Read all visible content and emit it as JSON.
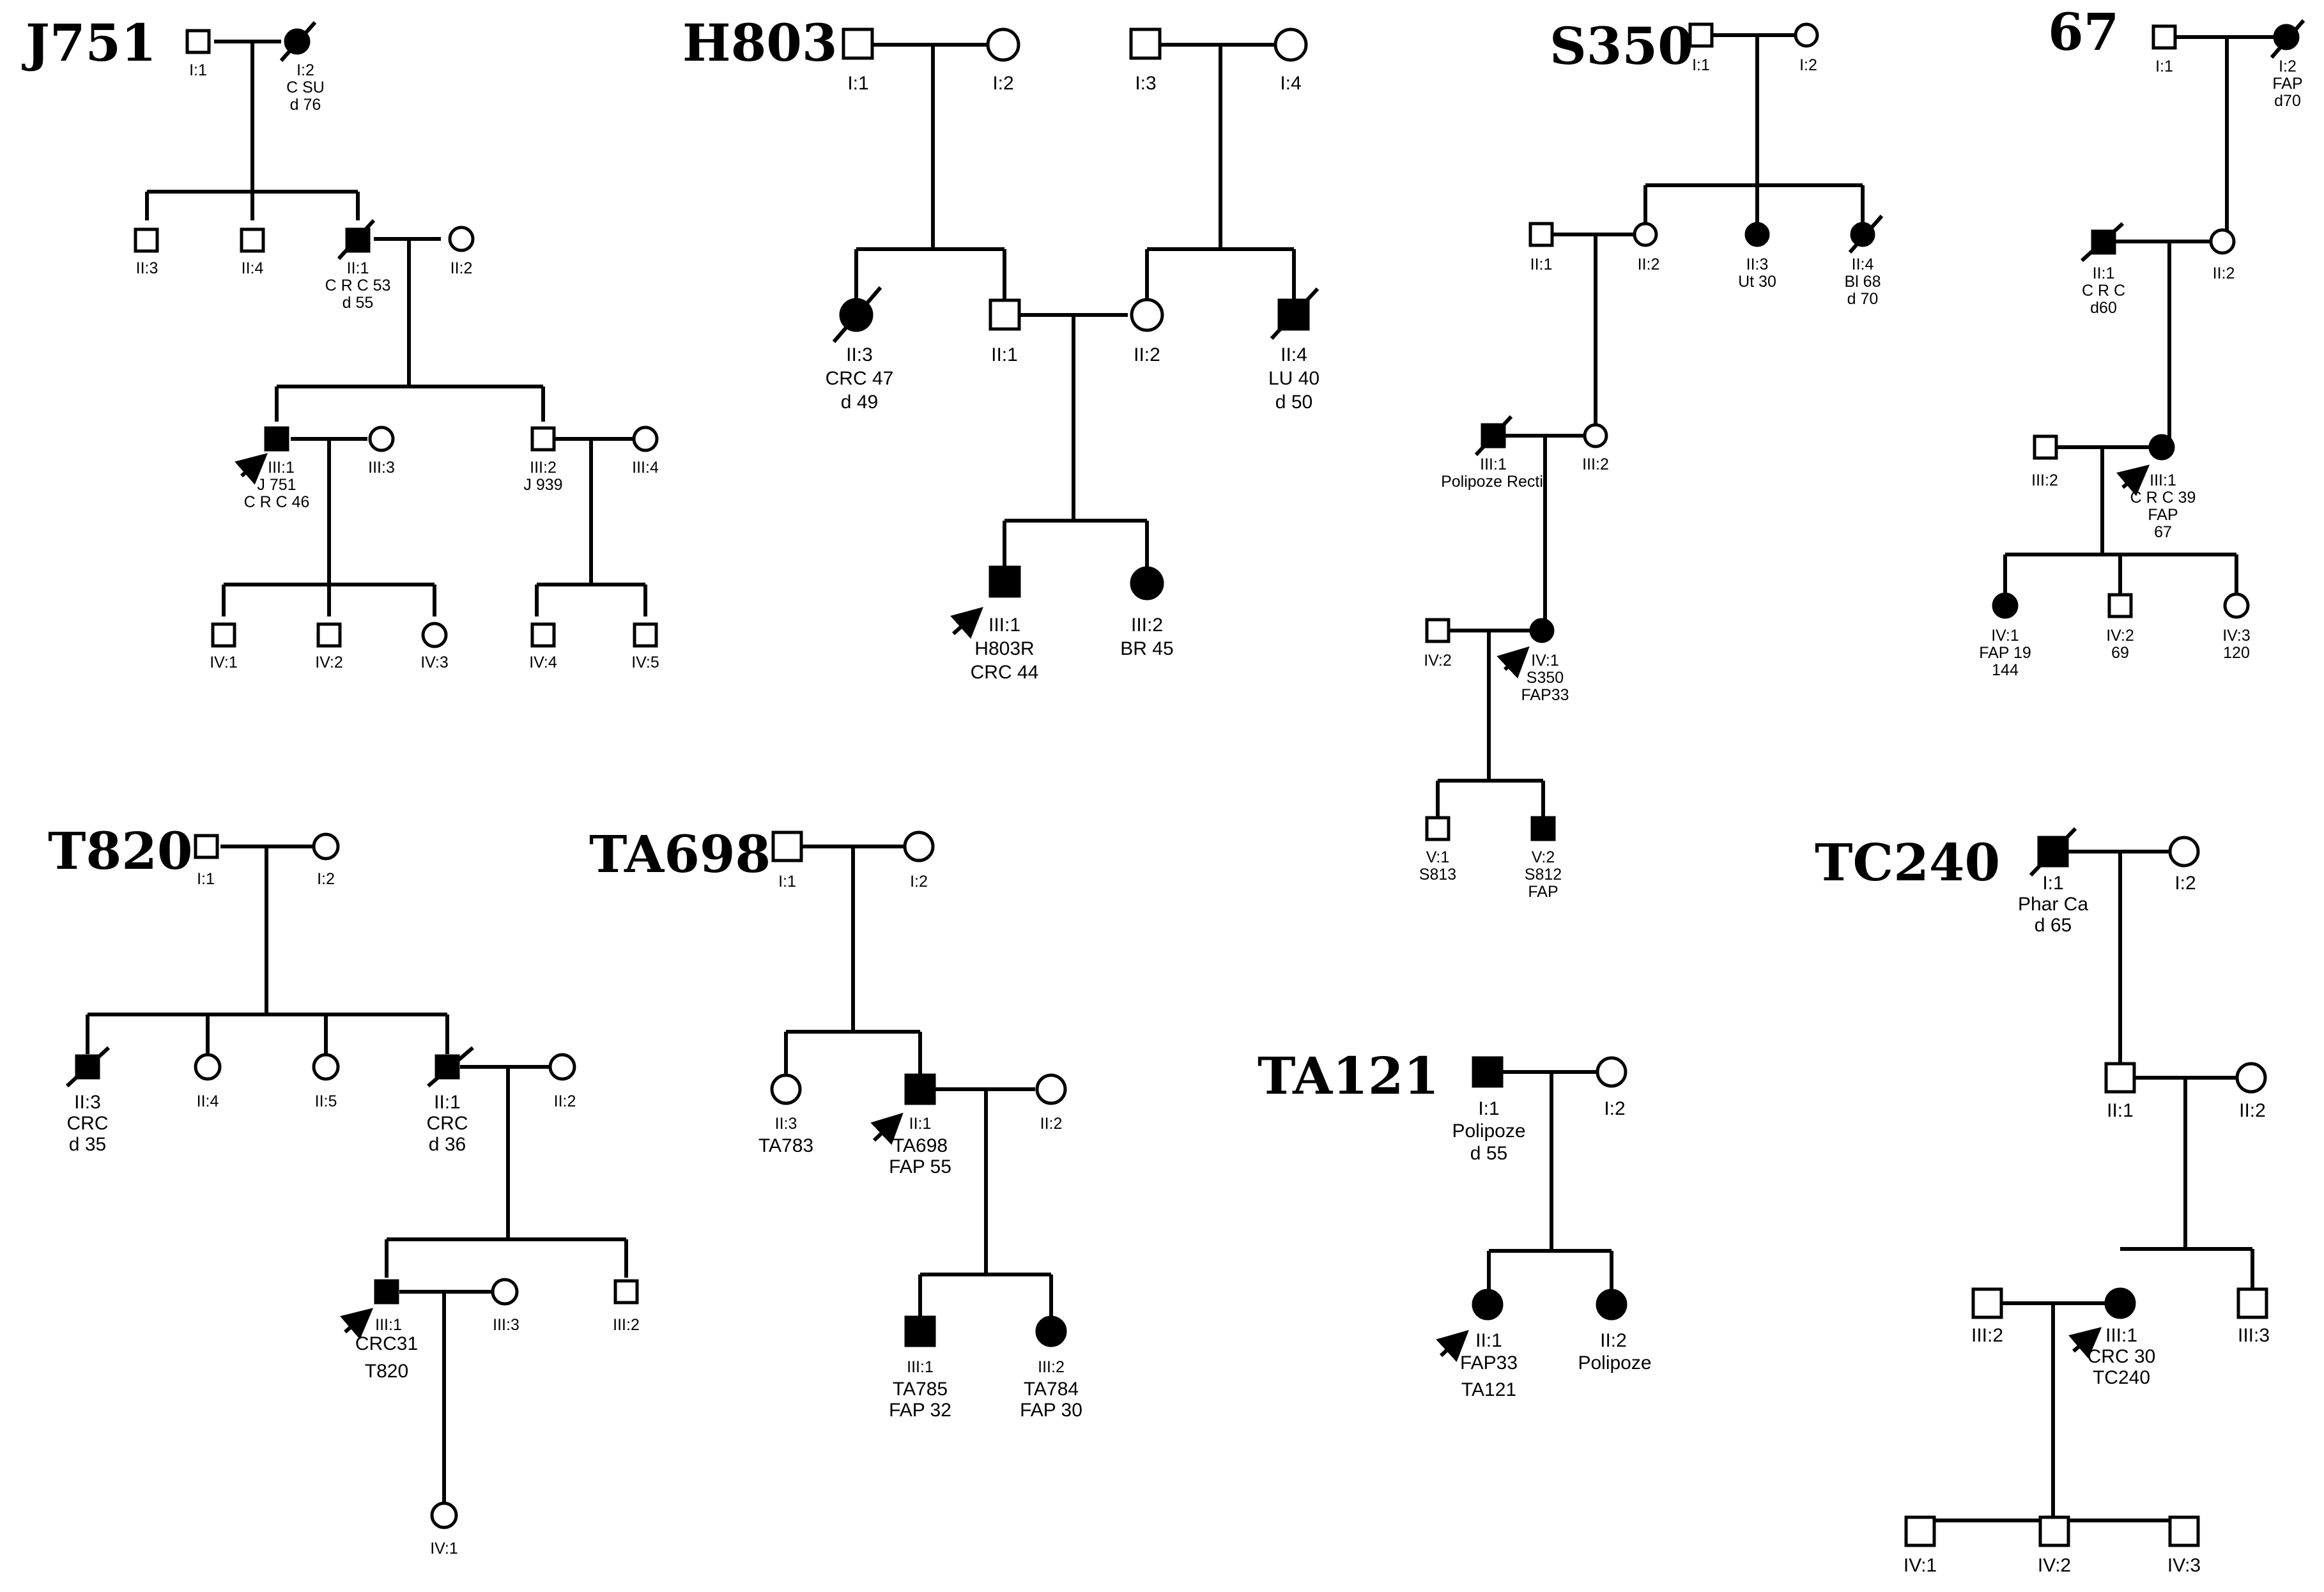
{
  "pedigrees": [
    {
      "id": "J751",
      "title": "J751",
      "labels": {
        "I1": "I:1",
        "I2": "I:2",
        "I2a": "C SU",
        "I2b": "d 76",
        "II3": "II:3",
        "II4": "II:4",
        "II1": "II:1",
        "II1a": "C R C 53",
        "II1b": "d 55",
        "II2": "II:2",
        "III1": "III:1",
        "III1a": "J 751",
        "III1b": "C R C 46",
        "III3": "III:3",
        "III2": "III:2",
        "III2a": "J 939",
        "III4": "III:4",
        "IV1": "IV:1",
        "IV2": "IV:2",
        "IV3": "IV:3",
        "IV4": "IV:4",
        "IV5": "IV:5"
      }
    },
    {
      "id": "H803",
      "title": "H803",
      "labels": {
        "I1": "I:1",
        "I2": "I:2",
        "I3": "I:3",
        "I4": "I:4",
        "II3": "II:3",
        "II3a": "CRC 47",
        "II3b": "d 49",
        "II1": "II:1",
        "II2": "II:2",
        "II4": "II:4",
        "II4a": "LU 40",
        "II4b": "d 50",
        "III1": "III:1",
        "III1a": "H803R",
        "III1b": "CRC 44",
        "III2": "III:2",
        "III2a": "BR 45"
      }
    },
    {
      "id": "S350",
      "title": "S350",
      "labels": {
        "I1": "I:1",
        "I2": "I:2",
        "II1": "II:1",
        "II2": "II:2",
        "II3": "II:3",
        "II3a": "Ut 30",
        "II4": "II:4",
        "II4a": "Bl 68",
        "II4b": "d 70",
        "III1": "III:1",
        "III1a": "Polipoze Recti",
        "III2": "III:2",
        "IV2": "IV:2",
        "IV1": "IV:1",
        "IV1a": "S350",
        "IV1b": "FAP33",
        "V1": "V:1",
        "V1a": "S813",
        "V2": "V:2",
        "V2a": "S812",
        "V2b": "FAP"
      }
    },
    {
      "id": "67",
      "title": "67",
      "labels": {
        "I1": "I:1",
        "I2": "I:2",
        "I2a": "FAP",
        "I2b": "d70",
        "II1": "II:1",
        "II1a": "C R C",
        "II1b": "d60",
        "II2": "II:2",
        "III2": "III:2",
        "III1": "III:1",
        "III1a": "C R C 39",
        "III1b": "FAP",
        "III1c": "67",
        "IV1": "IV:1",
        "IV1a": "FAP 19",
        "IV1b": "144",
        "IV2": "IV:2",
        "IV2a": "69",
        "IV3": "IV:3",
        "IV3a": "120"
      }
    },
    {
      "id": "T820",
      "title": "T820",
      "labels": {
        "I1": "I:1",
        "I2": "I:2",
        "II3": "II:3",
        "II3a": "CRC",
        "II3b": "d 35",
        "II4": "II:4",
        "II5": "II:5",
        "II1": "II:1",
        "II1a": "CRC",
        "II1b": "d 36",
        "II2": "II:2",
        "III1": "III:1",
        "III1a": "CRC31",
        "III1b": "T820",
        "III3": "III:3",
        "III2": "III:2",
        "IV1": "IV:1"
      }
    },
    {
      "id": "TA698",
      "title": "TA698",
      "labels": {
        "I1": "I:1",
        "I2": "I:2",
        "II3": "II:3",
        "II3a": "TA783",
        "II1": "II:1",
        "II1a": "TA698",
        "II1b": "FAP 55",
        "II2": "II:2",
        "III1": "III:1",
        "III1a": "TA785",
        "III1b": "FAP 32",
        "III2": "III:2",
        "III2a": "TA784",
        "III2b": "FAP 30"
      }
    },
    {
      "id": "TA121",
      "title": "TA121",
      "labels": {
        "I1": "I:1",
        "I1a": "Polipoze",
        "I1b": "d 55",
        "I2": "I:2",
        "II1": "II:1",
        "II1a": "FAP33",
        "II1b": "TA121",
        "II2": "II:2",
        "II2a": "Polipoze"
      }
    },
    {
      "id": "TC240",
      "title": "TC240",
      "labels": {
        "I1": "I:1",
        "I1a": "Phar Ca",
        "I1b": "d 65",
        "I2": "I:2",
        "II1": "II:1",
        "II2": "II:2",
        "III2": "III:2",
        "III1": "III:1",
        "III1a": "CRC 30",
        "III1b": "TC240",
        "III3": "III:3",
        "IV1": "IV:1",
        "IV2": "IV:2",
        "IV3": "IV:3"
      }
    }
  ]
}
